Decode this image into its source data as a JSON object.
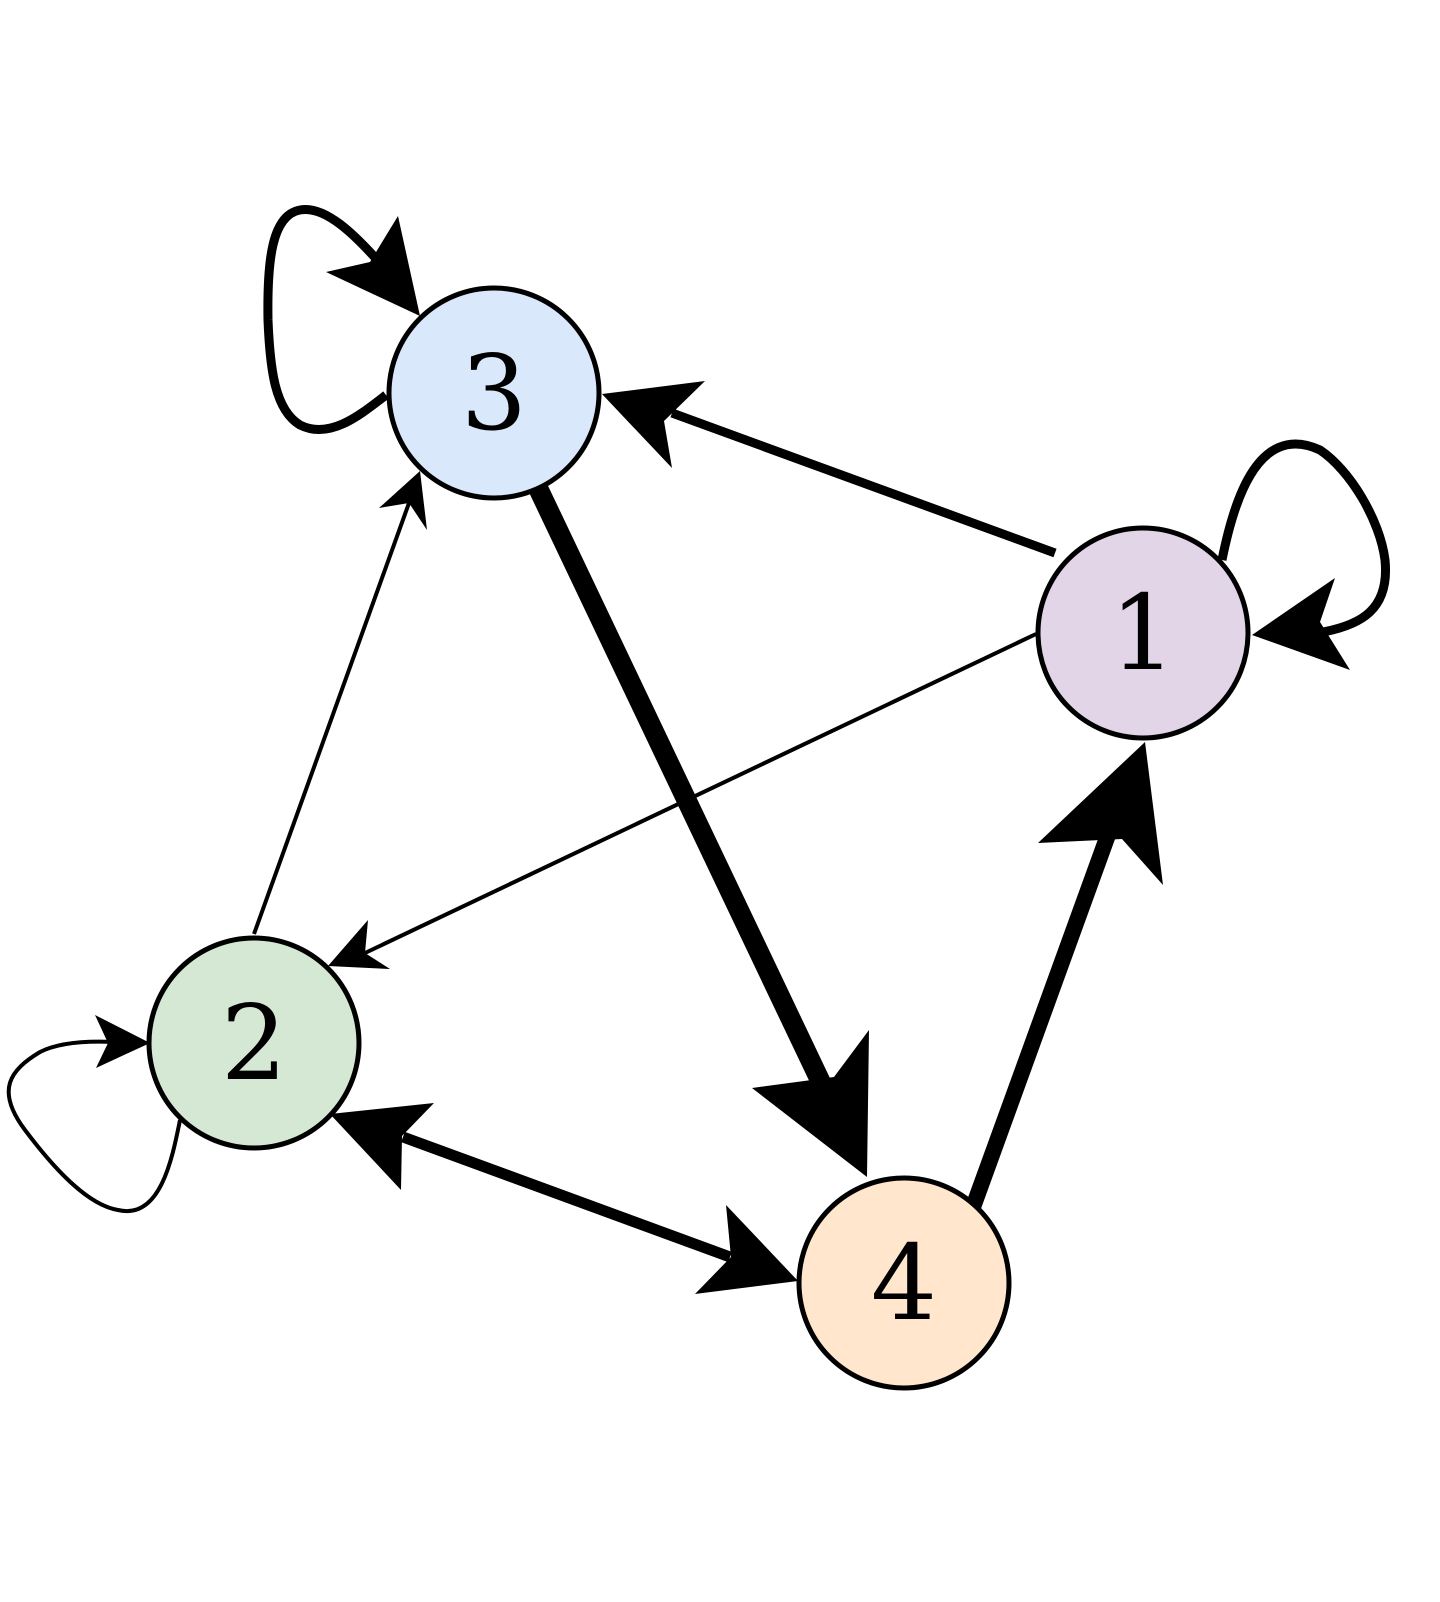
{
  "nodes": [
    {
      "id": "3",
      "label": "3",
      "fill": "#dae8fc"
    },
    {
      "id": "1",
      "label": "1",
      "fill": "#e1d5e7"
    },
    {
      "id": "2",
      "label": "2",
      "fill": "#d5e8d4"
    },
    {
      "id": "4",
      "label": "4",
      "fill": "#ffe6cc"
    }
  ],
  "edges": [
    {
      "from": "1",
      "to": "3"
    },
    {
      "from": "1",
      "to": "2"
    },
    {
      "from": "2",
      "to": "3"
    },
    {
      "from": "3",
      "to": "4"
    },
    {
      "from": "4",
      "to": "1"
    },
    {
      "from": "2",
      "to": "4",
      "bidirectional": true
    },
    {
      "from": "1",
      "to": "1",
      "self_loop": true
    },
    {
      "from": "2",
      "to": "2",
      "self_loop": true
    },
    {
      "from": "3",
      "to": "3",
      "self_loop": true
    }
  ],
  "colors": {
    "stroke": "#000000",
    "background": "#ffffff"
  }
}
